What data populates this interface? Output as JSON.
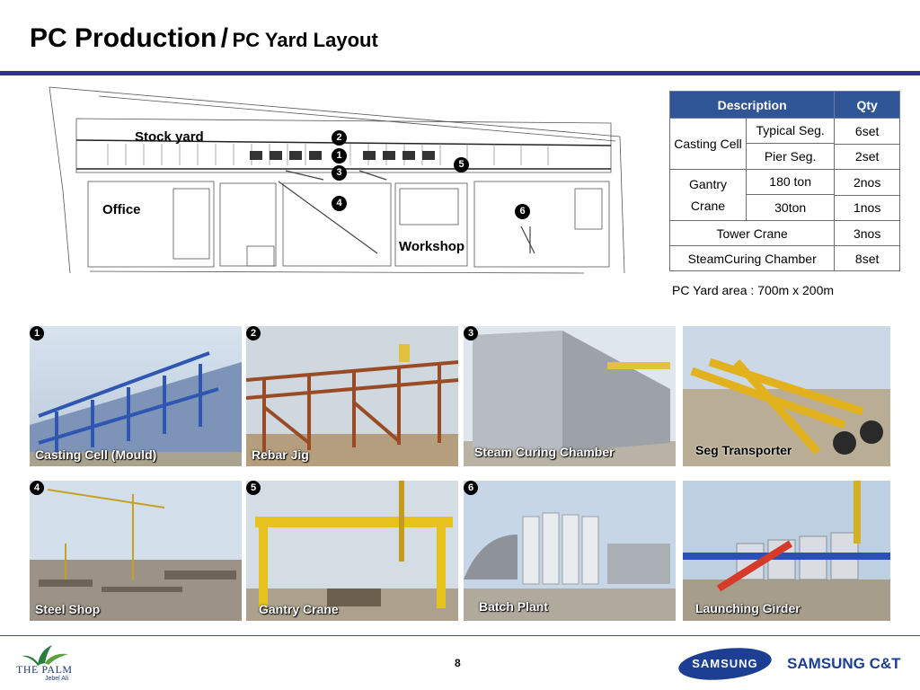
{
  "header": {
    "title_main": "PC Production",
    "title_sep": "/",
    "title_sub": "PC Yard Layout"
  },
  "layout": {
    "labels": {
      "stock_yard": "Stock yard",
      "office": "Office",
      "workshop": "Workshop"
    },
    "markers": [
      "1",
      "2",
      "3",
      "4",
      "5",
      "6"
    ]
  },
  "table": {
    "headers": [
      "Description",
      "Qty"
    ],
    "groups": [
      {
        "group": "Casting Cell",
        "rows": [
          [
            "Typical Seg.",
            "6set"
          ],
          [
            "Pier Seg.",
            "2set"
          ]
        ]
      },
      {
        "group": "Gantry Crane",
        "rows": [
          [
            "180 ton",
            "2nos"
          ],
          [
            "30ton",
            "1nos"
          ]
        ]
      }
    ],
    "single_rows": [
      [
        "Tower Crane",
        "3nos"
      ],
      [
        "SteamCuring Chamber",
        "8set"
      ]
    ]
  },
  "area_note": "PC Yard area : 700m x 200m",
  "photos": [
    {
      "number": "1",
      "caption": "Casting Cell (Mould)"
    },
    {
      "number": "2",
      "caption": "Rebar Jig"
    },
    {
      "number": "3",
      "caption": "Steam Curing Chamber"
    },
    {
      "number": "",
      "caption": "Seg Transporter"
    },
    {
      "number": "4",
      "caption": "Steel Shop"
    },
    {
      "number": "5",
      "caption": "Gantry Crane"
    },
    {
      "number": "6",
      "caption": "Batch Plant"
    },
    {
      "number": "",
      "caption": "Launching Girder"
    }
  ],
  "footer": {
    "page_number": "8",
    "palm_logo_text": "THE PALM",
    "palm_logo_sub": "Jebel Ali",
    "samsung_logo_text": "SAMSUNG",
    "samsung_ct_text": "SAMSUNG C&T"
  },
  "colors": {
    "accent_blue": "#2e3192",
    "table_header": "#2f5597",
    "samsung_blue": "#1c3f94"
  }
}
